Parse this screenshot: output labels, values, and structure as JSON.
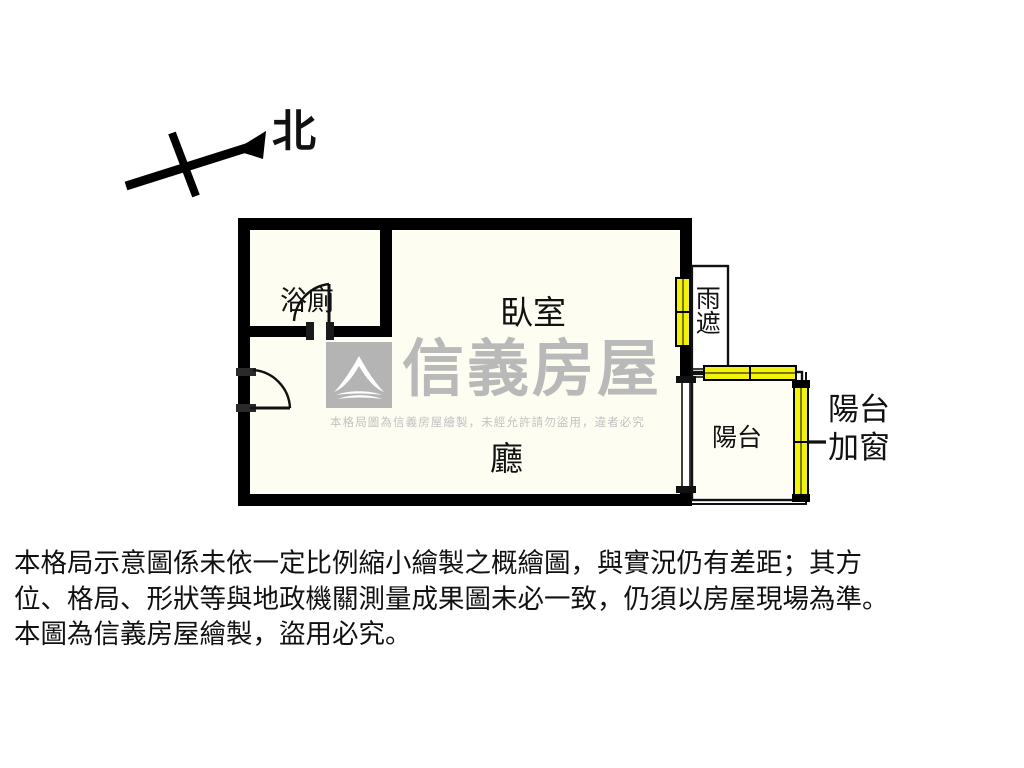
{
  "document": {
    "type": "real-estate-floor-plan",
    "orientation_label": "北"
  },
  "rooms": [
    {
      "id": "bathroom",
      "label": "浴廁"
    },
    {
      "id": "bedroom",
      "label": "臥室"
    },
    {
      "id": "hall",
      "label": "廳"
    },
    {
      "id": "rain-shade",
      "label": "雨遮"
    },
    {
      "id": "balcony",
      "label": "陽台"
    }
  ],
  "annotations": {
    "balcony_window": {
      "line1": "陽台",
      "line2": "加窗"
    }
  },
  "watermark": {
    "brand": "信義房屋",
    "notice": "本格局圖為信義房屋繪製，未經允許請勿盜用，違者必究"
  },
  "disclaimer": {
    "line1": "本格局示意圖係未依一定比例縮小繪製之概繪圖，與實況仍有差距；其方",
    "line2": "位、格局、形狀等與地政機關測量成果圖未必一致，仍須以房屋現場為準。",
    "line3": "本圖為信義房屋繪製，盜用必究。"
  },
  "colors": {
    "wall": "#000000",
    "wall_inner_tint": "#fbfbe6",
    "window_fill": "#f2f20c",
    "background": "#ffffff",
    "watermark_gray": "#b9b9b9",
    "text": "#111111"
  }
}
